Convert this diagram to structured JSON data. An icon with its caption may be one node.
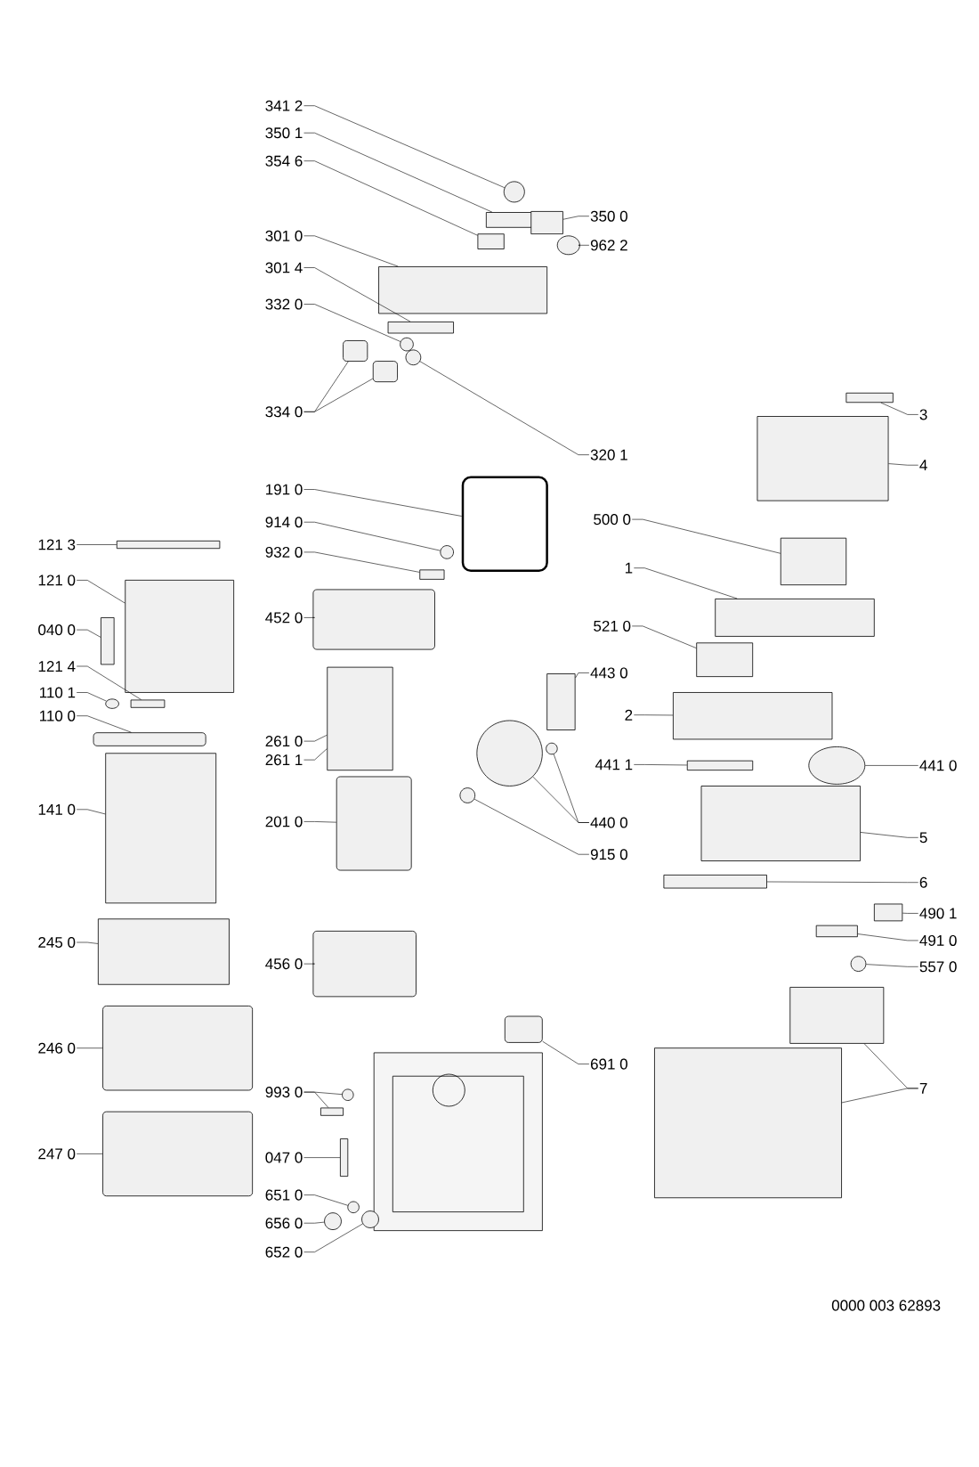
{
  "diagram": {
    "nodes": [
      {
        "text": [
          "341 2"
        ]
      },
      {
        "text": [
          "350 1"
        ]
      },
      {
        "text": [
          "354 6"
        ]
      },
      {
        "text": [
          "350 0"
        ]
      },
      {
        "text": [
          "962 2"
        ]
      },
      {
        "text": [
          "301 0"
        ]
      },
      {
        "text": [
          "301 4"
        ]
      },
      {
        "text": [
          "332 0"
        ]
      },
      {
        "text": [
          "334 0"
        ]
      },
      {
        "text": [
          "320 1"
        ]
      },
      {
        "text": [
          "191 0"
        ]
      },
      {
        "text": [
          "914 0"
        ]
      },
      {
        "text": [
          "932 0"
        ]
      },
      {
        "text": [
          "452 0"
        ]
      },
      {
        "text": [
          "261 0"
        ]
      },
      {
        "text": [
          "261 1"
        ]
      },
      {
        "text": [
          "201 0"
        ]
      },
      {
        "text": [
          "456 0"
        ]
      },
      {
        "text": [
          "993 0"
        ]
      },
      {
        "text": [
          "047 0"
        ]
      },
      {
        "text": [
          "651 0"
        ]
      },
      {
        "text": [
          "656 0"
        ]
      },
      {
        "text": [
          "652 0"
        ]
      },
      {
        "text": [
          "691 0"
        ]
      },
      {
        "text": [
          "121 3"
        ]
      },
      {
        "text": [
          "121 0"
        ]
      },
      {
        "text": [
          "040 0"
        ]
      },
      {
        "text": [
          "121 4"
        ]
      },
      {
        "text": [
          "110 1"
        ]
      },
      {
        "text": [
          "110 0"
        ]
      },
      {
        "text": [
          "141 0"
        ]
      },
      {
        "text": [
          "245 0"
        ]
      },
      {
        "text": [
          "246 0"
        ]
      },
      {
        "text": [
          "247 0"
        ]
      },
      {
        "text": [
          "443 0"
        ]
      },
      {
        "text": [
          "441 1"
        ]
      },
      {
        "text": [
          "440 0"
        ]
      },
      {
        "text": [
          "915 0"
        ]
      },
      {
        "text": [
          "441 0"
        ]
      },
      {
        "text": [
          "500 0"
        ]
      },
      {
        "text": [
          "1"
        ]
      },
      {
        "text": [
          "521 0"
        ]
      },
      {
        "text": [
          "2"
        ]
      },
      {
        "text": [
          "3"
        ]
      },
      {
        "text": [
          "4"
        ]
      },
      {
        "text": [
          "5"
        ]
      },
      {
        "text": [
          "6"
        ]
      },
      {
        "text": [
          "490 1"
        ]
      },
      {
        "text": [
          "491 0"
        ]
      },
      {
        "text": [
          "557 0"
        ]
      },
      {
        "text": [
          "7"
        ]
      },
      {
        "text": [],
        "shape": "circle"
      },
      {
        "text": [],
        "shape": "box"
      },
      {
        "text": [],
        "shape": "box"
      },
      {
        "text": [],
        "shape": "box"
      },
      {
        "text": [],
        "shape": "circle"
      },
      {
        "text": [],
        "shape": "box"
      },
      {
        "text": [],
        "shape": "box"
      },
      {
        "text": [],
        "shape": "circle"
      },
      {
        "text": [],
        "shape": "box"
      },
      {
        "text": [],
        "shape": "box"
      },
      {
        "text": [],
        "shape": "circle"
      },
      {
        "text": [],
        "shape": "box"
      },
      {
        "text": [],
        "shape": "circle"
      },
      {
        "text": [],
        "shape": "box"
      },
      {
        "text": [],
        "shape": "box"
      },
      {
        "text": [],
        "shape": "box"
      },
      {
        "text": [],
        "shape": "box"
      },
      {
        "text": [],
        "shape": "box"
      },
      {
        "text": [],
        "shape": "box"
      },
      {
        "text": [],
        "shape": "circle"
      },
      {
        "text": [],
        "shape": "box"
      },
      {
        "text": [],
        "shape": "circle"
      },
      {
        "text": [],
        "shape": "circle"
      },
      {
        "text": [],
        "shape": "circle"
      },
      {
        "text": [],
        "shape": "box"
      },
      {
        "text": [],
        "shape": "box"
      },
      {
        "text": [],
        "shape": "box"
      },
      {
        "text": [],
        "shape": "box"
      },
      {
        "text": [],
        "shape": "box"
      },
      {
        "text": [],
        "shape": "circle"
      },
      {
        "text": [],
        "shape": "box"
      },
      {
        "text": [],
        "shape": "box"
      },
      {
        "text": [],
        "shape": "box"
      },
      {
        "text": [],
        "shape": "box"
      },
      {
        "text": [],
        "shape": "box"
      },
      {
        "text": [],
        "shape": "box"
      },
      {
        "text": [],
        "shape": "circle"
      },
      {
        "text": [],
        "shape": "circle"
      },
      {
        "text": [],
        "shape": "circle"
      },
      {
        "text": [],
        "shape": "box"
      },
      {
        "text": [],
        "shape": "box"
      },
      {
        "text": [],
        "shape": "circle"
      },
      {
        "text": [],
        "shape": "box"
      },
      {
        "text": [],
        "shape": "box"
      },
      {
        "text": [],
        "shape": "box"
      },
      {
        "text": [],
        "shape": "box"
      },
      {
        "text": [],
        "shape": "box"
      },
      {
        "text": [],
        "shape": "box"
      },
      {
        "text": [],
        "shape": "box"
      },
      {
        "text": [],
        "shape": "box"
      },
      {
        "text": [],
        "shape": "box"
      },
      {
        "text": [],
        "shape": "circle"
      },
      {
        "text": [],
        "shape": "box"
      },
      {
        "text": [],
        "shape": "box"
      }
    ],
    "edges": [
      {
        "from": 0,
        "to": 51,
        "arrow": "none"
      },
      {
        "from": 1,
        "to": 52,
        "arrow": "none"
      },
      {
        "from": 2,
        "to": 53,
        "arrow": "none"
      },
      {
        "from": 3,
        "to": 54,
        "arrow": "none"
      },
      {
        "from": 4,
        "to": 55,
        "arrow": "none"
      },
      {
        "from": 5,
        "to": 56,
        "arrow": "none"
      },
      {
        "from": 6,
        "to": 57,
        "arrow": "none"
      },
      {
        "from": 7,
        "to": 58,
        "arrow": "none"
      },
      {
        "from": 8,
        "to": 59,
        "arrow": "none"
      },
      {
        "from": 8,
        "to": 60,
        "arrow": "none"
      },
      {
        "from": 9,
        "to": 61,
        "arrow": "none"
      },
      {
        "from": 10,
        "to": 62,
        "arrow": "none"
      },
      {
        "from": 11,
        "to": 63,
        "arrow": "none"
      },
      {
        "from": 12,
        "to": 64,
        "arrow": "none"
      },
      {
        "from": 13,
        "to": 65,
        "arrow": "none"
      },
      {
        "from": 14,
        "to": 66,
        "arrow": "none"
      },
      {
        "from": 15,
        "to": 66,
        "arrow": "none"
      },
      {
        "from": 16,
        "to": 67,
        "arrow": "none"
      },
      {
        "from": 17,
        "to": 68,
        "arrow": "none"
      },
      {
        "from": 18,
        "to": 69,
        "arrow": "none"
      },
      {
        "from": 18,
        "to": 70,
        "arrow": "none"
      },
      {
        "from": 19,
        "to": 71,
        "arrow": "none"
      },
      {
        "from": 20,
        "to": 72,
        "arrow": "none"
      },
      {
        "from": 21,
        "to": 73,
        "arrow": "none"
      },
      {
        "from": 22,
        "to": 74,
        "arrow": "none"
      },
      {
        "from": 23,
        "to": 75,
        "arrow": "none"
      },
      {
        "from": 24,
        "to": 76,
        "arrow": "none"
      },
      {
        "from": 25,
        "to": 77,
        "arrow": "none"
      },
      {
        "from": 26,
        "to": 78,
        "arrow": "none"
      },
      {
        "from": 27,
        "to": 79,
        "arrow": "none"
      },
      {
        "from": 28,
        "to": 80,
        "arrow": "none"
      },
      {
        "from": 29,
        "to": 81,
        "arrow": "none"
      },
      {
        "from": 30,
        "to": 82,
        "arrow": "none"
      },
      {
        "from": 31,
        "to": 83,
        "arrow": "none"
      },
      {
        "from": 32,
        "to": 84,
        "arrow": "none"
      },
      {
        "from": 33,
        "to": 85,
        "arrow": "none"
      },
      {
        "from": 34,
        "to": 86,
        "arrow": "none"
      },
      {
        "from": 35,
        "to": 91,
        "arrow": "none"
      },
      {
        "from": 36,
        "to": 87,
        "arrow": "none"
      },
      {
        "from": 36,
        "to": 88,
        "arrow": "none"
      },
      {
        "from": 37,
        "to": 89,
        "arrow": "none"
      },
      {
        "from": 38,
        "to": 92,
        "arrow": "none"
      },
      {
        "from": 39,
        "to": 93,
        "arrow": "none"
      },
      {
        "from": 40,
        "to": 94,
        "arrow": "none"
      },
      {
        "from": 41,
        "to": 95,
        "arrow": "none"
      },
      {
        "from": 42,
        "to": 90,
        "arrow": "none"
      },
      {
        "from": 43,
        "to": 96,
        "arrow": "none"
      },
      {
        "from": 44,
        "to": 97,
        "arrow": "none"
      },
      {
        "from": 45,
        "to": 98,
        "arrow": "none"
      },
      {
        "from": 46,
        "to": 99,
        "arrow": "none"
      },
      {
        "from": 47,
        "to": 100,
        "arrow": "none"
      },
      {
        "from": 48,
        "to": 101,
        "arrow": "none"
      },
      {
        "from": 49,
        "to": 102,
        "arrow": "none"
      },
      {
        "from": 50,
        "to": 103,
        "arrow": "none"
      },
      {
        "from": 50,
        "to": 104,
        "arrow": "none"
      }
    ],
    "labels": [
      "0000 003 62893"
    ]
  }
}
